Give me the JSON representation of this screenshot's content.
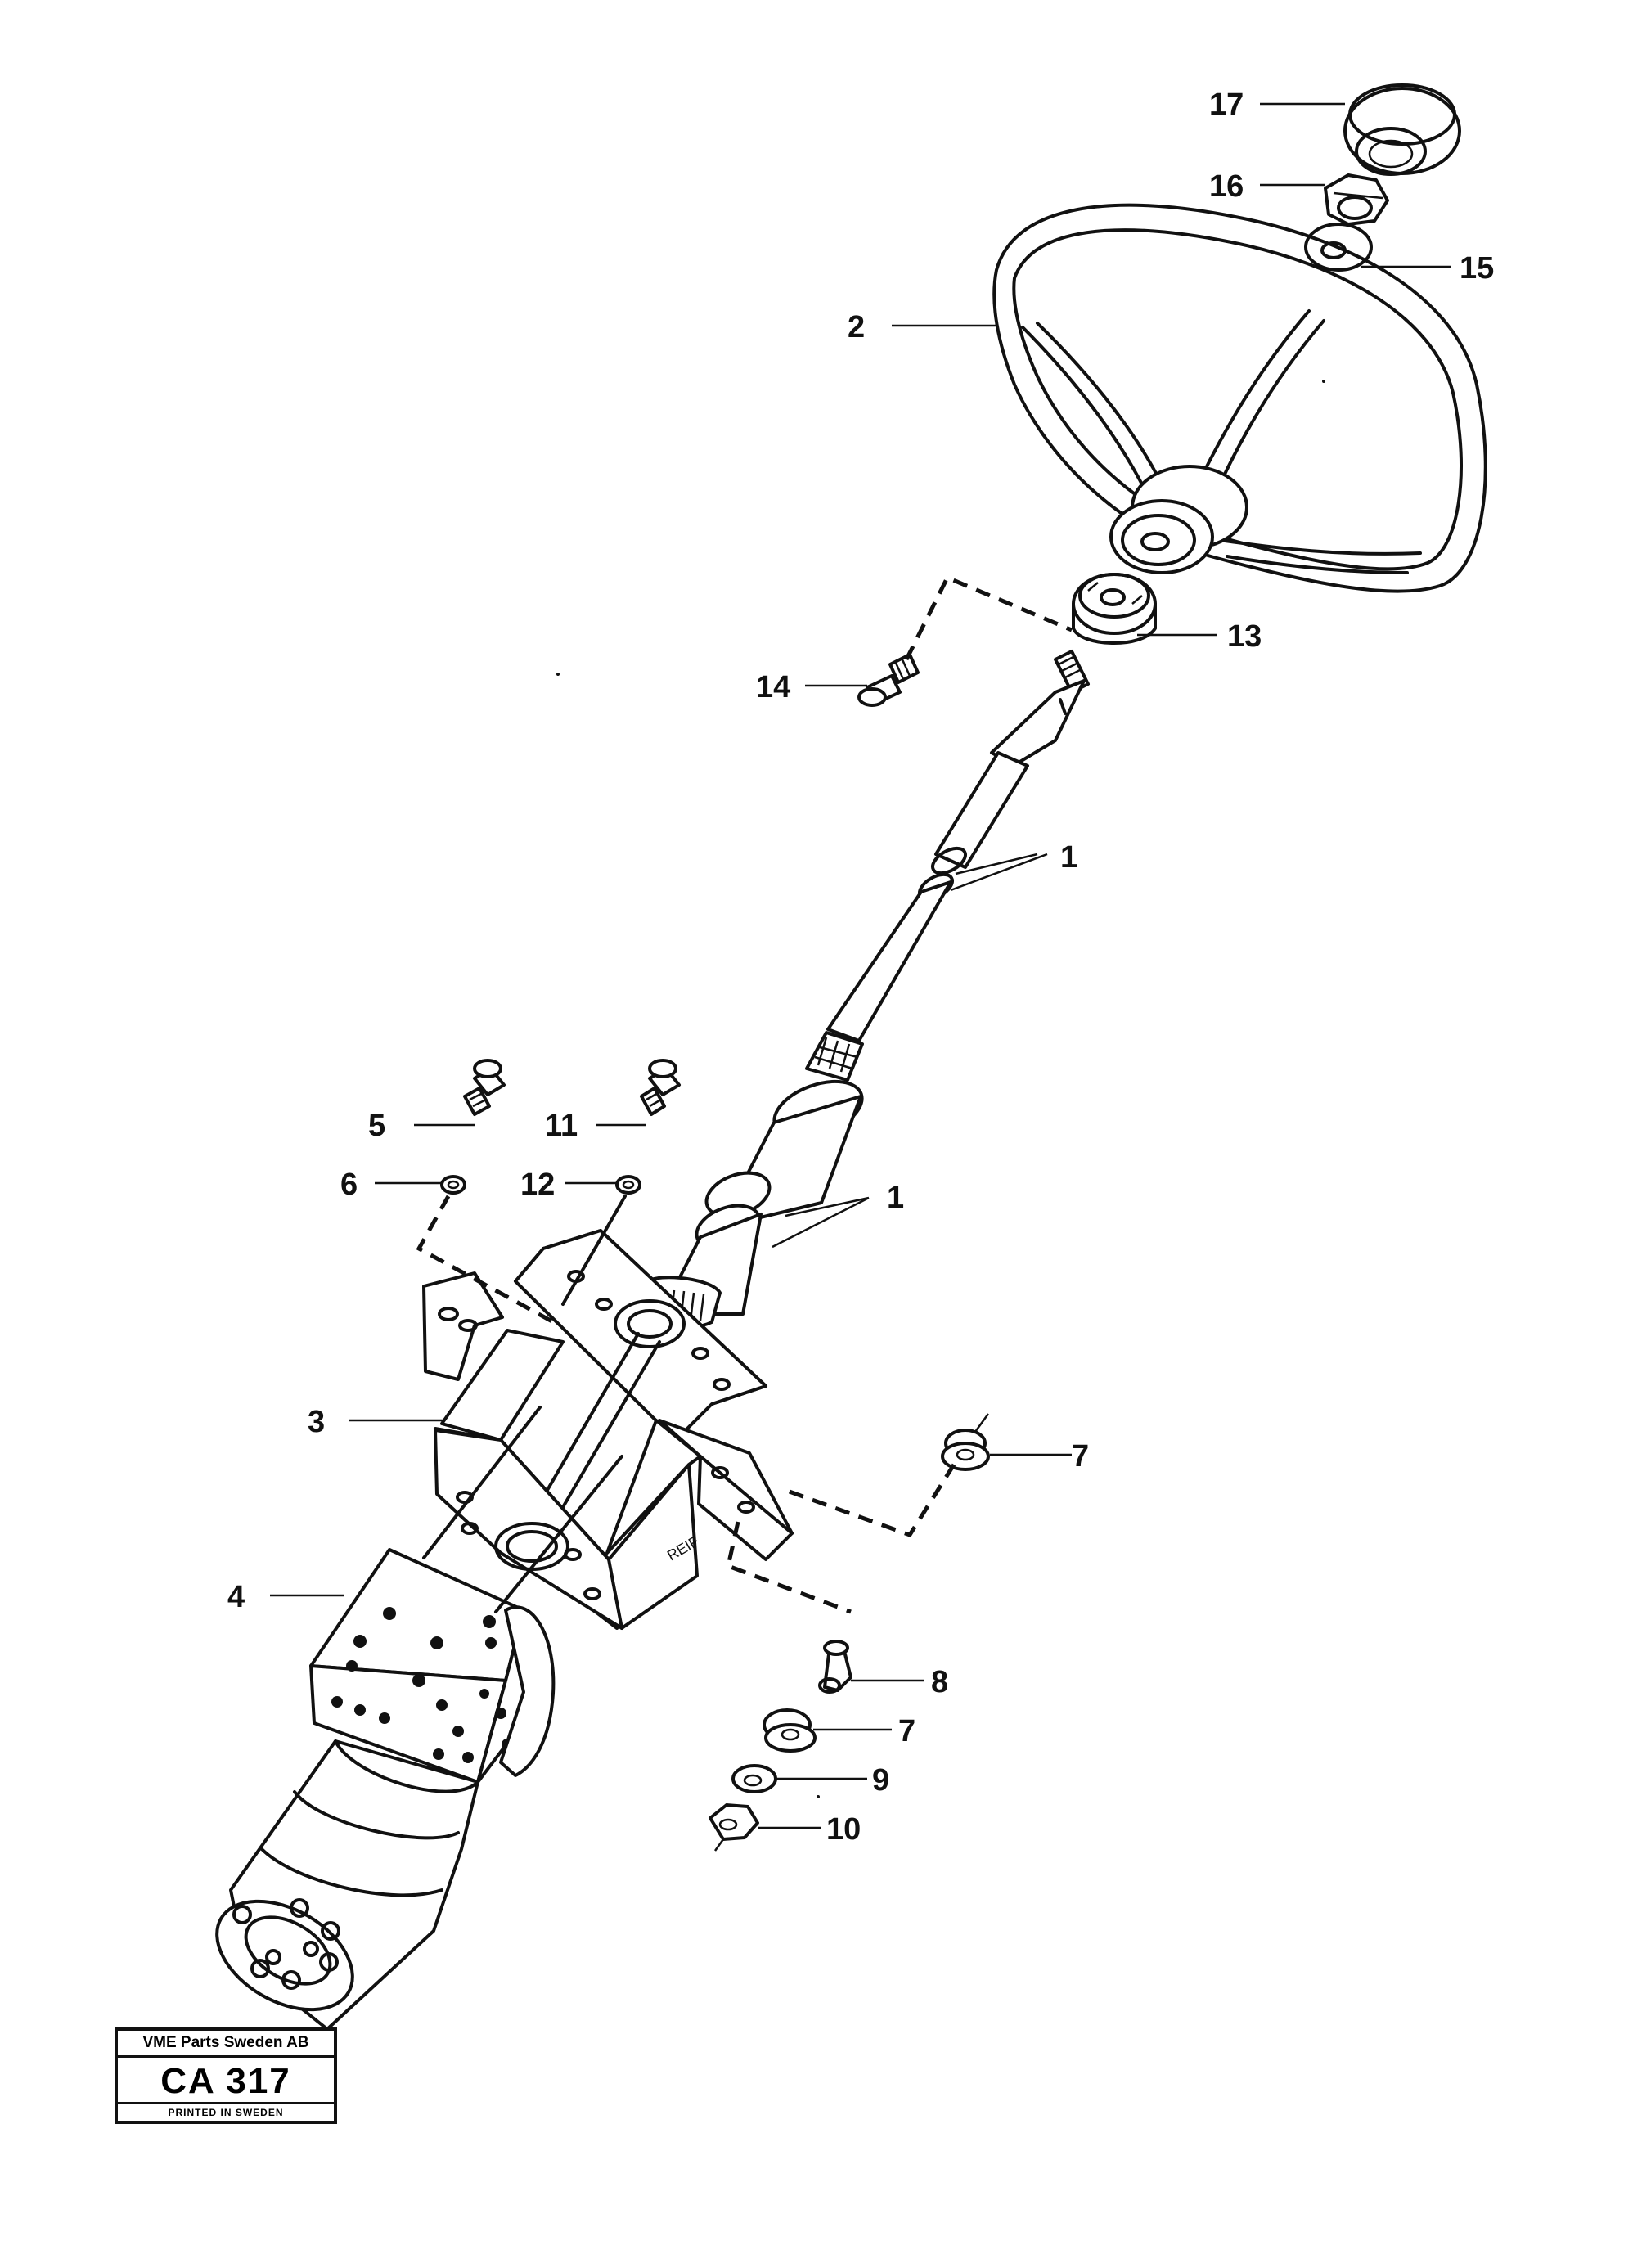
{
  "callouts": {
    "c1a": "1",
    "c1b": "1",
    "c2": "2",
    "c3": "3",
    "c4": "4",
    "c5": "5",
    "c6": "6",
    "c7a": "7",
    "c7b": "7",
    "c8": "8",
    "c9": "9",
    "c10": "10",
    "c11": "11",
    "c12": "12",
    "c13": "13",
    "c14": "14",
    "c15": "15",
    "c16": "16",
    "c17": "17"
  },
  "bracket_marking": "REIF",
  "stamp": {
    "company": "VME Parts Sweden AB",
    "code": "CA 317",
    "printed": "PRINTED IN SWEDEN"
  },
  "colors": {
    "ink": "#111111",
    "paper": "#ffffff"
  }
}
